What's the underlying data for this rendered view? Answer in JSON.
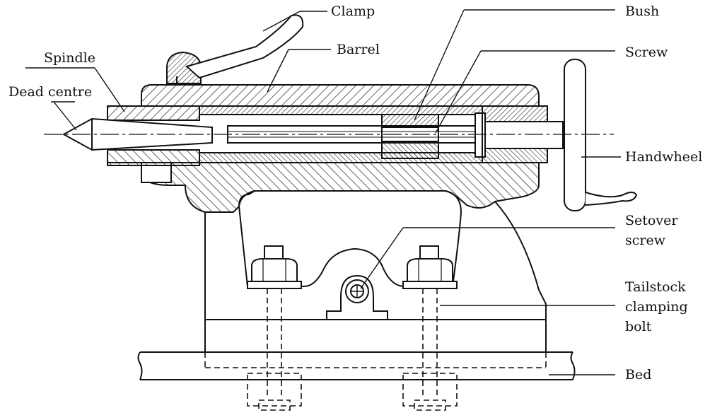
{
  "diagram": {
    "labels": {
      "clamp": "Clamp",
      "bush": "Bush",
      "barrel": "Barrel",
      "screw": "Screw",
      "spindle": "Spindle",
      "dead_centre": "Dead centre",
      "handwheel": "Handwheel",
      "setover_1": "Setover",
      "setover_2": "screw",
      "tailstock_1": "Tailstock",
      "tailstock_2": "clamping",
      "tailstock_3": "bolt",
      "bed": "Bed"
    }
  }
}
